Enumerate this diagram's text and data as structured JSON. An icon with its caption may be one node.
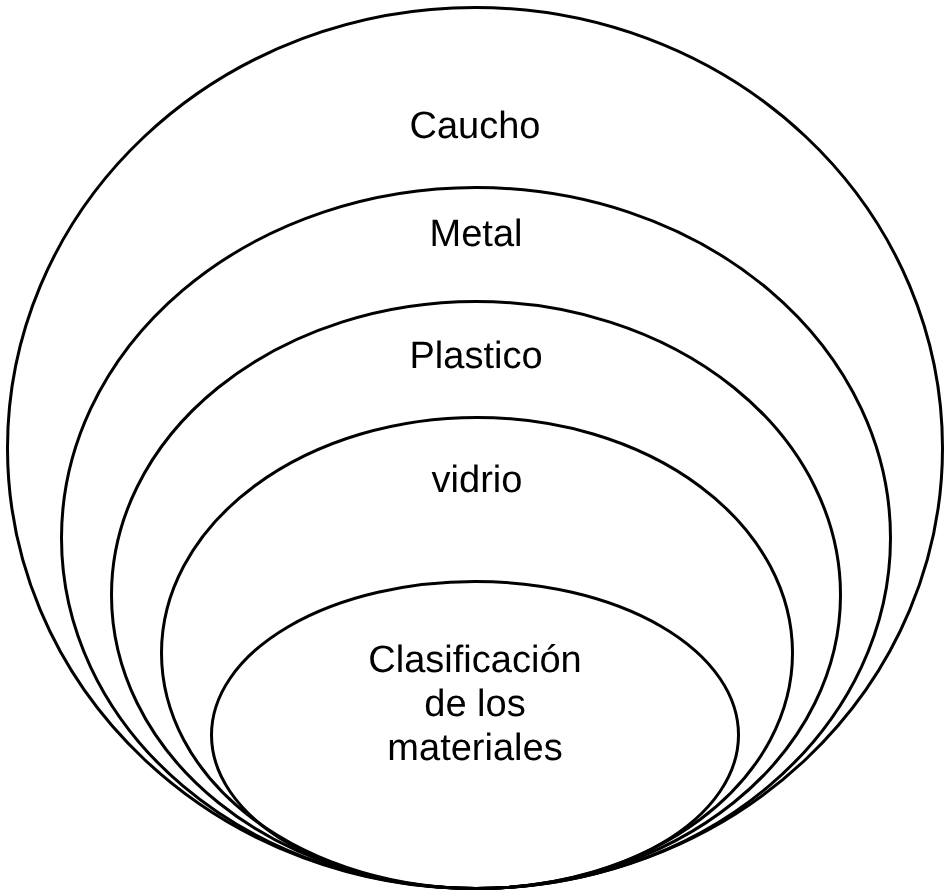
{
  "diagram": {
    "nodes": [
      {
        "text": [
          "Caucho"
        ]
      },
      {
        "text": [
          "Metal"
        ],
        "in": 0
      },
      {
        "text": [
          "Plastico"
        ],
        "in": 1
      },
      {
        "text": [
          "vidrio"
        ],
        "in": 2
      },
      {
        "text": [
          "Clasificación de los materiales"
        ],
        "in": 3
      }
    ]
  }
}
